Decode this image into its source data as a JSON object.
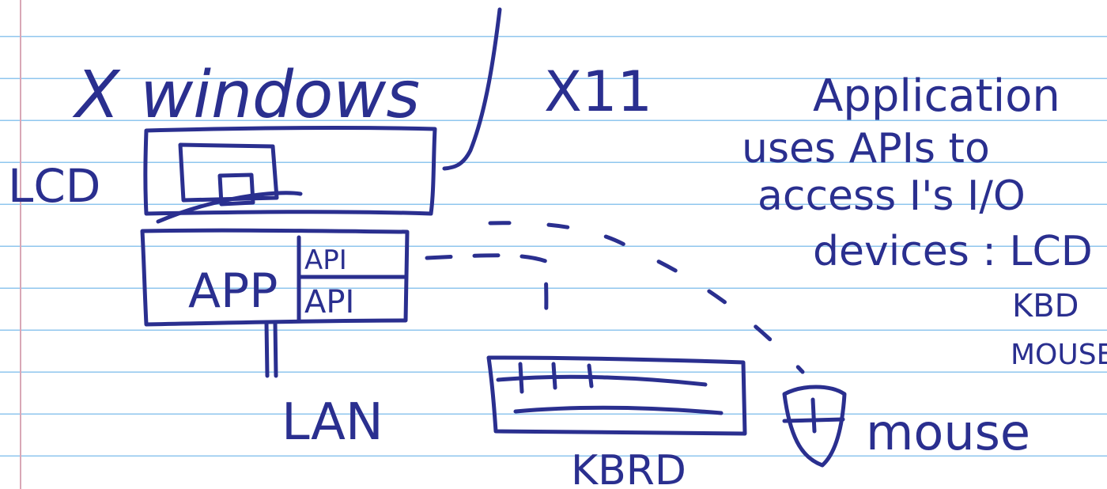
{
  "ink_color": "#2a2f8f",
  "rule_color": "#8fc6ee",
  "margin_color": "#d9a7b6",
  "title": {
    "left": "X windows",
    "right": "X11"
  },
  "labels": {
    "lcd": "LCD",
    "app": "APP",
    "api_top": "API",
    "api_bottom": "API",
    "lan": "LAN",
    "kbrd": "KBRD",
    "mouse": "mouse"
  },
  "notes": {
    "line1": "Application",
    "line2": "uses APIs to",
    "line3": "access I's I/O",
    "line4": "devices : LCD",
    "line5": "KBD",
    "line6": "MOUSE"
  }
}
